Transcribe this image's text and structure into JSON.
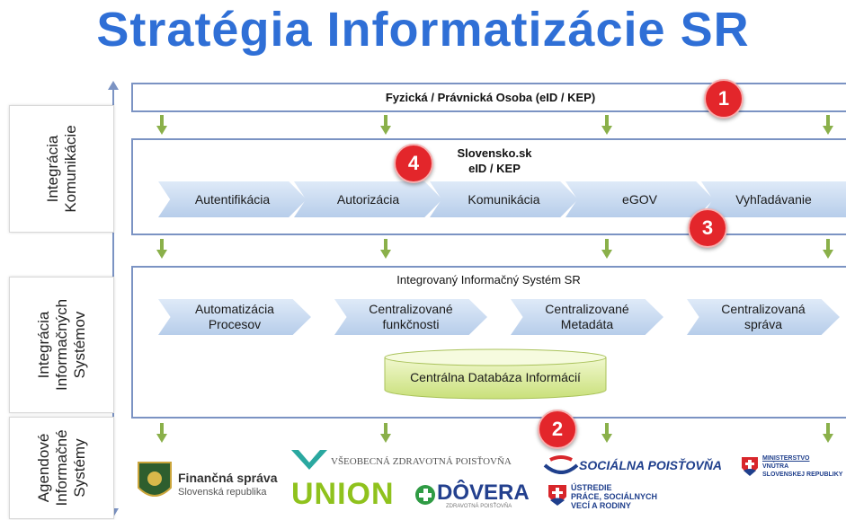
{
  "title": "Stratégia Informatizácie  SR",
  "side_labels": {
    "communication": "Integrácia\nKomunikácie",
    "systems": "Integrácia\nInformačných\nSystémov",
    "agenda": "Agendové\nInformačné\nSystémy"
  },
  "top_bar": {
    "label": "Fyzická / Právnická Osoba (eID / KEP)"
  },
  "comm_panel": {
    "title_line1": "Slovensko.sk",
    "title_line2": "eID / KEP",
    "steps": [
      "Autentifikácia",
      "Autorizácia",
      "Komunikácia",
      "eGOV",
      "Vyhľadávanie"
    ]
  },
  "is_panel": {
    "title": "Integrovaný Informačný Systém SR",
    "steps": [
      {
        "line1": "Automatizácia",
        "line2": "Procesov"
      },
      {
        "line1": "Centralizované",
        "line2": "funkčnosti"
      },
      {
        "line1": "Centralizované",
        "line2": "Metadáta"
      },
      {
        "line1": "Centralizovaná",
        "line2": "správa"
      }
    ],
    "database": "Centrálna Databáza Informácií"
  },
  "badges": [
    "1",
    "4",
    "3",
    "2"
  ],
  "logos": {
    "financna_1": "Finančná správa",
    "financna_2": "Slovenská republika",
    "vszp": "VŠEOBECNÁ ZDRAVOTNÁ POISŤOVŇA",
    "union": "UNION",
    "dovera": "DÔVERA",
    "dovera_sub": "ZDRAVOTNÁ POISŤOVŇA",
    "socialna": "SOCIÁLNA POISŤOVŇA",
    "upsvr_1": "ÚSTREDIE",
    "upsvr_2": "PRÁCE, SOCIÁLNYCH",
    "upsvr_3": "VECÍ A RODINY",
    "mv_1": "MINISTERSTVO",
    "mv_2": "VNÚTRA",
    "mv_3": "SLOVENSKEJ REPUBLIKY"
  },
  "colors": {
    "title": "#2f6fd6",
    "badge": "#e3262b",
    "panel_border": "#7b93c3",
    "arrow": "#8ab04a"
  }
}
